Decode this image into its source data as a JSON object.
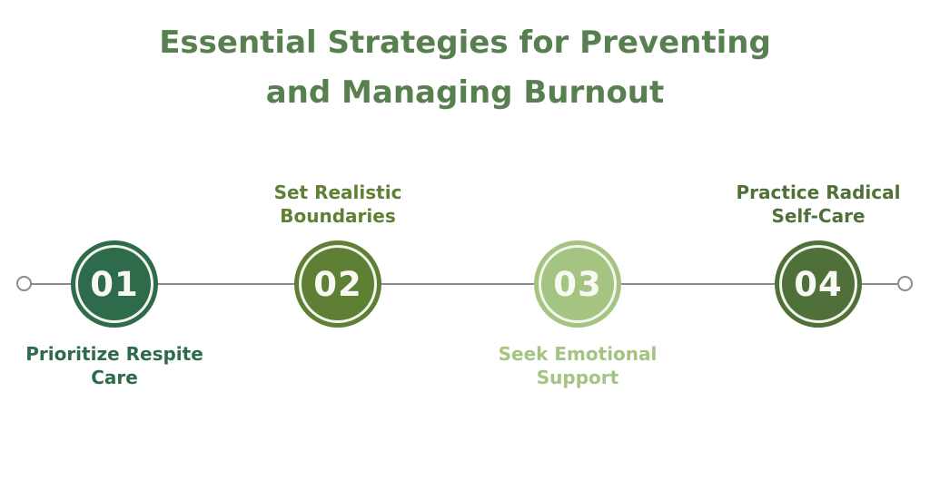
{
  "title": {
    "line1": "Essential Strategies for Preventing",
    "line2": "and Managing Burnout"
  },
  "colors": {
    "background": "#ffffff",
    "title": "#587f4f",
    "line": "#8c8c8c",
    "ring": "#f2f6ec",
    "number": "#f7f9f2"
  },
  "steps": [
    {
      "number": "01",
      "label": "Prioritize Respite Care",
      "label_lines": [
        "Prioritize Respite",
        "Care"
      ],
      "label_position": "below",
      "color": "#2e6b4b"
    },
    {
      "number": "02",
      "label": "Set Realistic Boundaries",
      "label_lines": [
        "Set Realistic",
        "Boundaries"
      ],
      "label_position": "above",
      "color": "#5f8034"
    },
    {
      "number": "03",
      "label": "Seek Emotional Support",
      "label_lines": [
        "Seek Emotional",
        "Support"
      ],
      "label_position": "below",
      "color": "#a5c381"
    },
    {
      "number": "04",
      "label": "Practice Radical Self-Care",
      "label_lines": [
        "Practice Radical",
        "Self-Care"
      ],
      "label_position": "above",
      "color": "#4f7039"
    }
  ]
}
